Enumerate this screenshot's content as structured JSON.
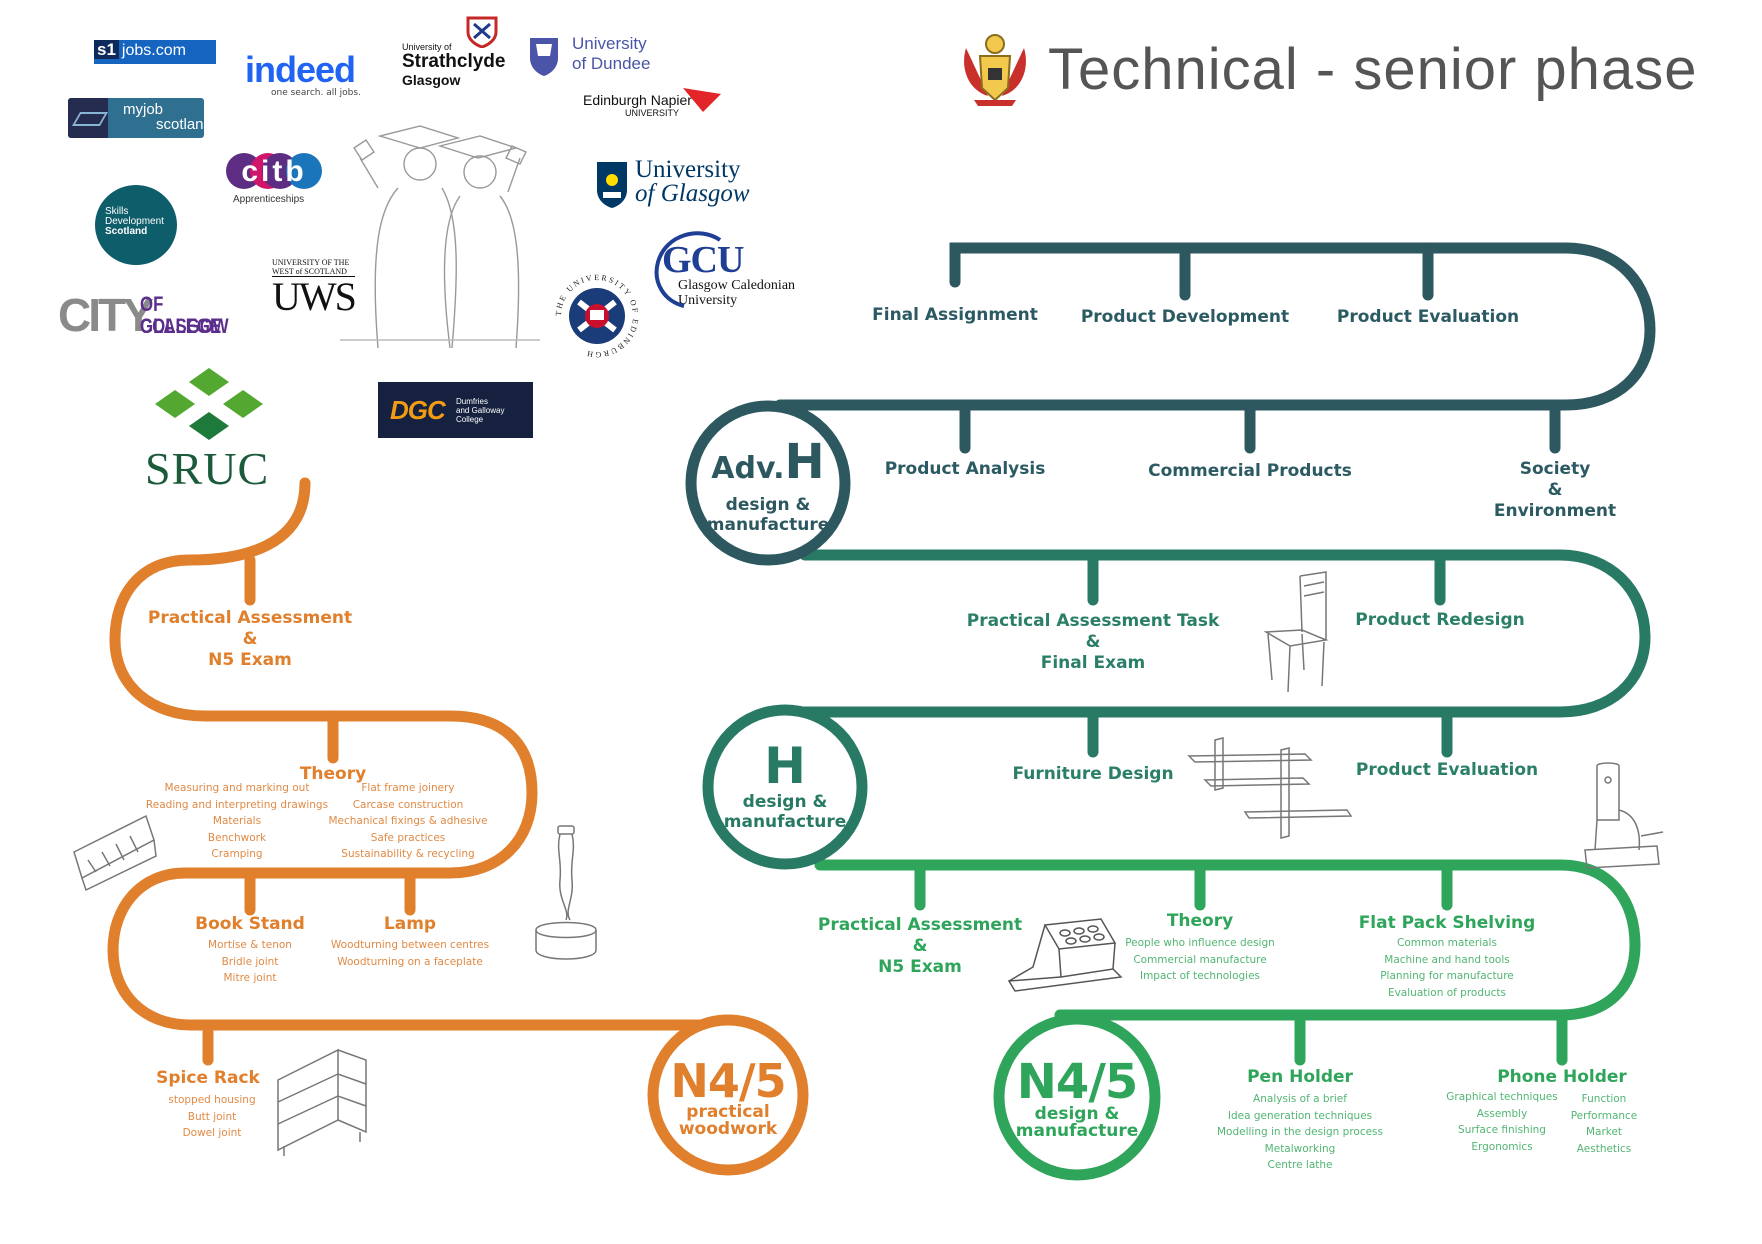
{
  "header": {
    "title": "Technical - senior phase"
  },
  "logos": {
    "s1jobs_a": "s1",
    "s1jobs_b": "jobs.com",
    "myjob_a": "myjob",
    "myjob_b": "scotland",
    "indeed_a": "indeed",
    "indeed_b": "one search. all jobs.",
    "strathclyde_a": "University of",
    "strathclyde_b": "Strathclyde",
    "strathclyde_c": "Glasgow",
    "dundee_a": "University",
    "dundee_b": "of Dundee",
    "napier_a": "Edinburgh Napier",
    "napier_b": "UNIVERSITY",
    "citb_a": "citb",
    "citb_b": "Apprenticeships",
    "glasgow_a": "University",
    "glasgow_b": "of Glasgow",
    "sds_a": "Skills",
    "sds_b": "Development",
    "sds_c": "Scotland",
    "uws_a": "UNIVERSITY OF THE",
    "uws_b": "WEST of SCOTLAND",
    "uws_c": "UWS",
    "gcu_a": "GCU",
    "gcu_b": "Glasgow Caledonian",
    "gcu_c": "University",
    "edinburgh": "THE UNIVERSITY OF EDINBURGH",
    "cogc_a": "CITY",
    "cogc_b": "OF GLASGOW",
    "cogc_c": "COLLEGE",
    "sruc": "SRUC",
    "dgc_a": "DGC",
    "dgc_b": "Dumfries",
    "dgc_c": "and Galloway",
    "dgc_d": "College"
  },
  "woodwork": {
    "level_a": "N4/5",
    "level_b": "practical",
    "level_c": "woodwork",
    "practical": [
      "Practical Assessment",
      "&",
      "N5 Exam"
    ],
    "theory": {
      "title": "Theory",
      "left": [
        "Measuring and marking out",
        "Reading and interpreting drawings",
        "Materials",
        "Benchwork",
        "Cramping"
      ],
      "right": [
        "Flat frame joinery",
        "Carcase construction",
        "Mechanical fixings & adhesive",
        "Safe practices",
        "Sustainability & recycling"
      ]
    },
    "book_stand": {
      "title": "Book Stand",
      "items": [
        "Mortise & tenon",
        "Bridle joint",
        "Mitre joint"
      ]
    },
    "lamp": {
      "title": "Lamp",
      "items": [
        "Woodturning between centres",
        "Woodturning on a faceplate"
      ]
    },
    "spice_rack": {
      "title": "Spice Rack",
      "items": [
        "stopped housing",
        "Butt joint",
        "Dowel joint"
      ]
    }
  },
  "adv_higher": {
    "level_a": "Adv.",
    "level_b": "H",
    "level_c": "design &",
    "level_d": "manufacture",
    "top": [
      "Final Assignment",
      "Product Development",
      "Product Evaluation"
    ],
    "mid": [
      "Product Analysis",
      "Commercial Products"
    ],
    "society": [
      "Society",
      "&",
      "Environment"
    ]
  },
  "higher": {
    "level_a": "H",
    "level_b": "design &",
    "level_c": "manufacture",
    "practical": [
      "Practical Assessment Task",
      "&",
      "Final Exam"
    ],
    "redesign": "Product Redesign",
    "furniture": "Furniture Design",
    "evaluation": "Product Evaluation"
  },
  "n45_dm": {
    "level_a": "N4/5",
    "level_b": "design &",
    "level_c": "manufacture",
    "practical": [
      "Practical Assessment",
      "&",
      "N5 Exam"
    ],
    "theory": {
      "title": "Theory",
      "items": [
        "People who influence design",
        "Commercial manufacture",
        "Impact of technologies"
      ]
    },
    "flatpack": {
      "title": "Flat Pack Shelving",
      "items": [
        "Common materials",
        "Machine and hand tools",
        "Planning for manufacture",
        "Evaluation of products"
      ]
    },
    "pen_holder": {
      "title": "Pen Holder",
      "items": [
        "Analysis of a brief",
        "Idea generation techniques",
        "Modelling in the design process",
        "Metalworking",
        "Centre lathe"
      ]
    },
    "phone_holder": {
      "title": "Phone Holder",
      "left": [
        "Graphical techniques",
        "Assembly",
        "Surface finishing",
        "Ergonomics"
      ],
      "right": [
        "Function",
        "Performance",
        "Market",
        "Aesthetics"
      ]
    }
  },
  "colors": {
    "orange": "#e07f2c",
    "dark_teal": "#2d5860",
    "teal": "#297a64",
    "green": "#2ea55a",
    "title_grey": "#555555"
  },
  "icons": [
    "graduates-illustration",
    "school-crest-icon",
    "book-stand-sketch",
    "lamp-sketch",
    "spice-rack-sketch",
    "chair-sketch",
    "shelving-sketch",
    "phone-holder-sketch",
    "pen-holder-sketch"
  ]
}
